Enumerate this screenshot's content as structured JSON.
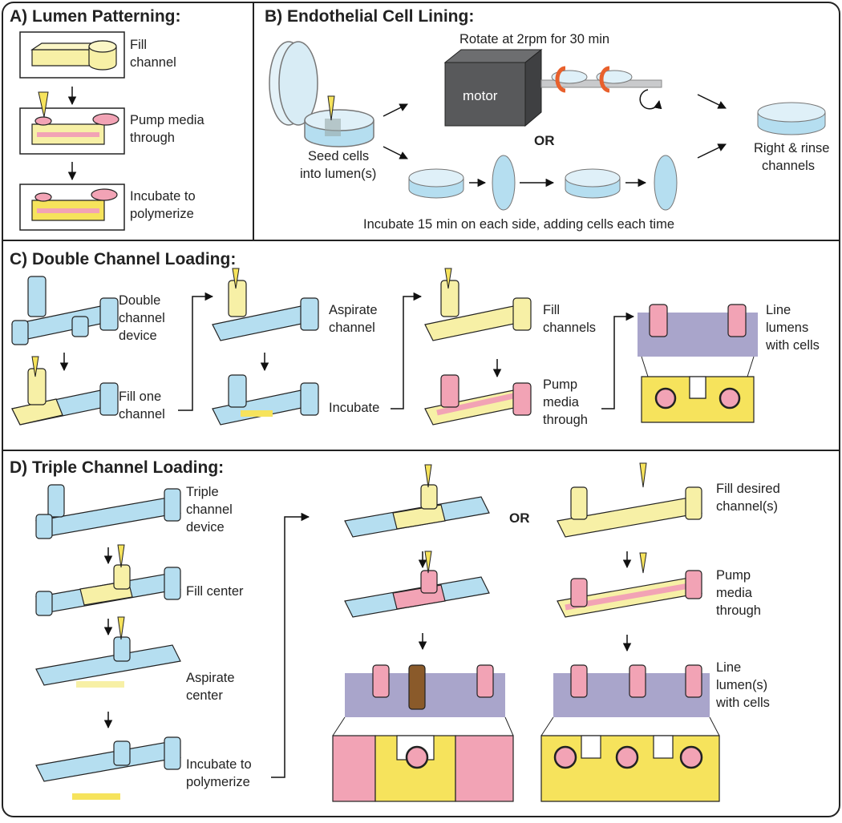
{
  "colors": {
    "gel": "#f7f0a6",
    "blue": "#b5def0",
    "pink": "#f2a3b5",
    "yellow_solid": "#f6e35c",
    "motor": "#58595b",
    "overlay": "#9a95c2",
    "outline": "#222222"
  },
  "panel_a": {
    "title": "A) Lumen Patterning:",
    "steps": [
      {
        "lines": [
          "Fill",
          "channel"
        ]
      },
      {
        "lines": [
          "Pump media",
          "through"
        ]
      },
      {
        "lines": [
          "Incubate to",
          "polymerize"
        ]
      }
    ]
  },
  "panel_b": {
    "title": "B) Endothelial Cell Lining:",
    "rotate_label": "Rotate at 2rpm for 30 min",
    "motor_label": "motor",
    "or_label": "OR",
    "seed_lines": [
      "Seed cells",
      "into lumen(s)"
    ],
    "right_lines": [
      "Right & rinse",
      "channels"
    ],
    "incubate_label": "Incubate 15 min on each side, adding cells each time"
  },
  "panel_c": {
    "title": "C) Double Channel Loading:",
    "steps": [
      {
        "lines": [
          "Double",
          "channel",
          "device"
        ]
      },
      {
        "lines": [
          "Fill one",
          "channel"
        ]
      },
      {
        "lines": [
          "Aspirate",
          "channel"
        ]
      },
      {
        "lines": [
          "Incubate"
        ]
      },
      {
        "lines": [
          "Fill",
          "channels"
        ]
      },
      {
        "lines": [
          "Pump",
          "media",
          "through"
        ]
      },
      {
        "lines": [
          "Line",
          "lumens",
          "with cells"
        ]
      }
    ]
  },
  "panel_d": {
    "title": "D) Triple Channel Loading:",
    "or_label": "OR",
    "left_steps": [
      {
        "lines": [
          "Triple",
          "channel",
          "device"
        ]
      },
      {
        "lines": [
          "Fill center"
        ]
      },
      {
        "lines": [
          "Aspirate",
          "center"
        ]
      },
      {
        "lines": [
          "Incubate to",
          "polymerize"
        ]
      }
    ],
    "right_steps": [
      {
        "lines": [
          "Fill desired",
          "channel(s)"
        ]
      },
      {
        "lines": [
          "Pump",
          "media",
          "through"
        ]
      },
      {
        "lines": [
          "Line",
          "lumen(s)",
          "with cells"
        ]
      }
    ]
  }
}
